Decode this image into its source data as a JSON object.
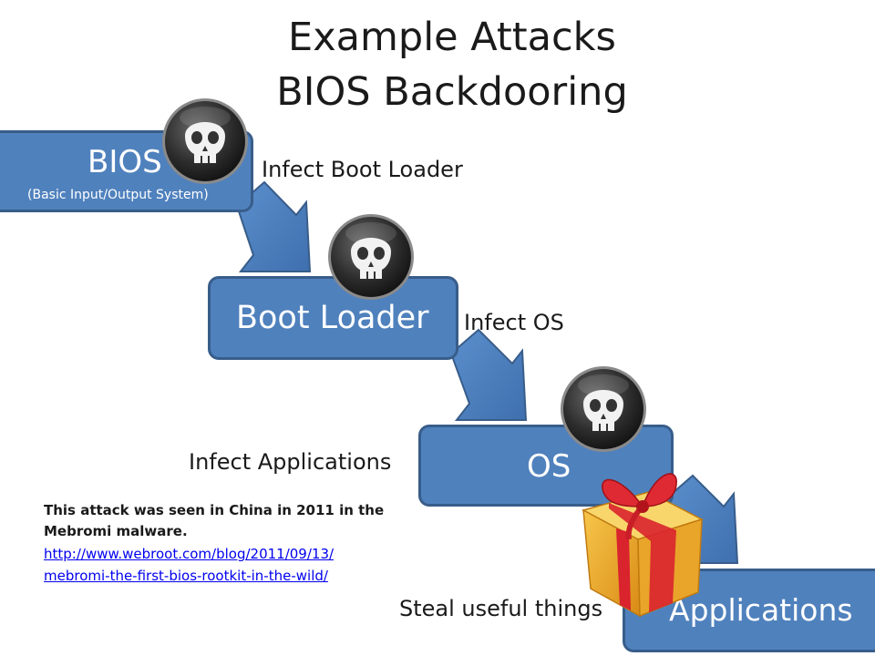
{
  "title_line1": "Example Attacks",
  "title_line2": "BIOS Backdooring",
  "nodes": {
    "bios": {
      "label": "BIOS",
      "sublabel": "(Basic Input/Output System)"
    },
    "boot": {
      "label": "Boot Loader"
    },
    "os": {
      "label": "OS"
    },
    "apps": {
      "label": "Applications"
    }
  },
  "arrows": {
    "a1": "Infect Boot Loader",
    "a2": "Infect OS",
    "a3": "Infect Applications",
    "a4": "Steal useful things"
  },
  "note": {
    "text": "This attack was seen in China in 2011 in the Mebromi malware.",
    "link_line1": "http://www.webroot.com/blog/2011/09/13/",
    "link_line2": "mebromi-the-first-bios-rootkit-in-the-wild/"
  },
  "icons": [
    "skull-icon",
    "skull-icon",
    "skull-icon",
    "gift-box-icon"
  ],
  "colors": {
    "box_fill": "#4f81bd",
    "box_border": "#385d8a",
    "link": "#0000ee"
  }
}
